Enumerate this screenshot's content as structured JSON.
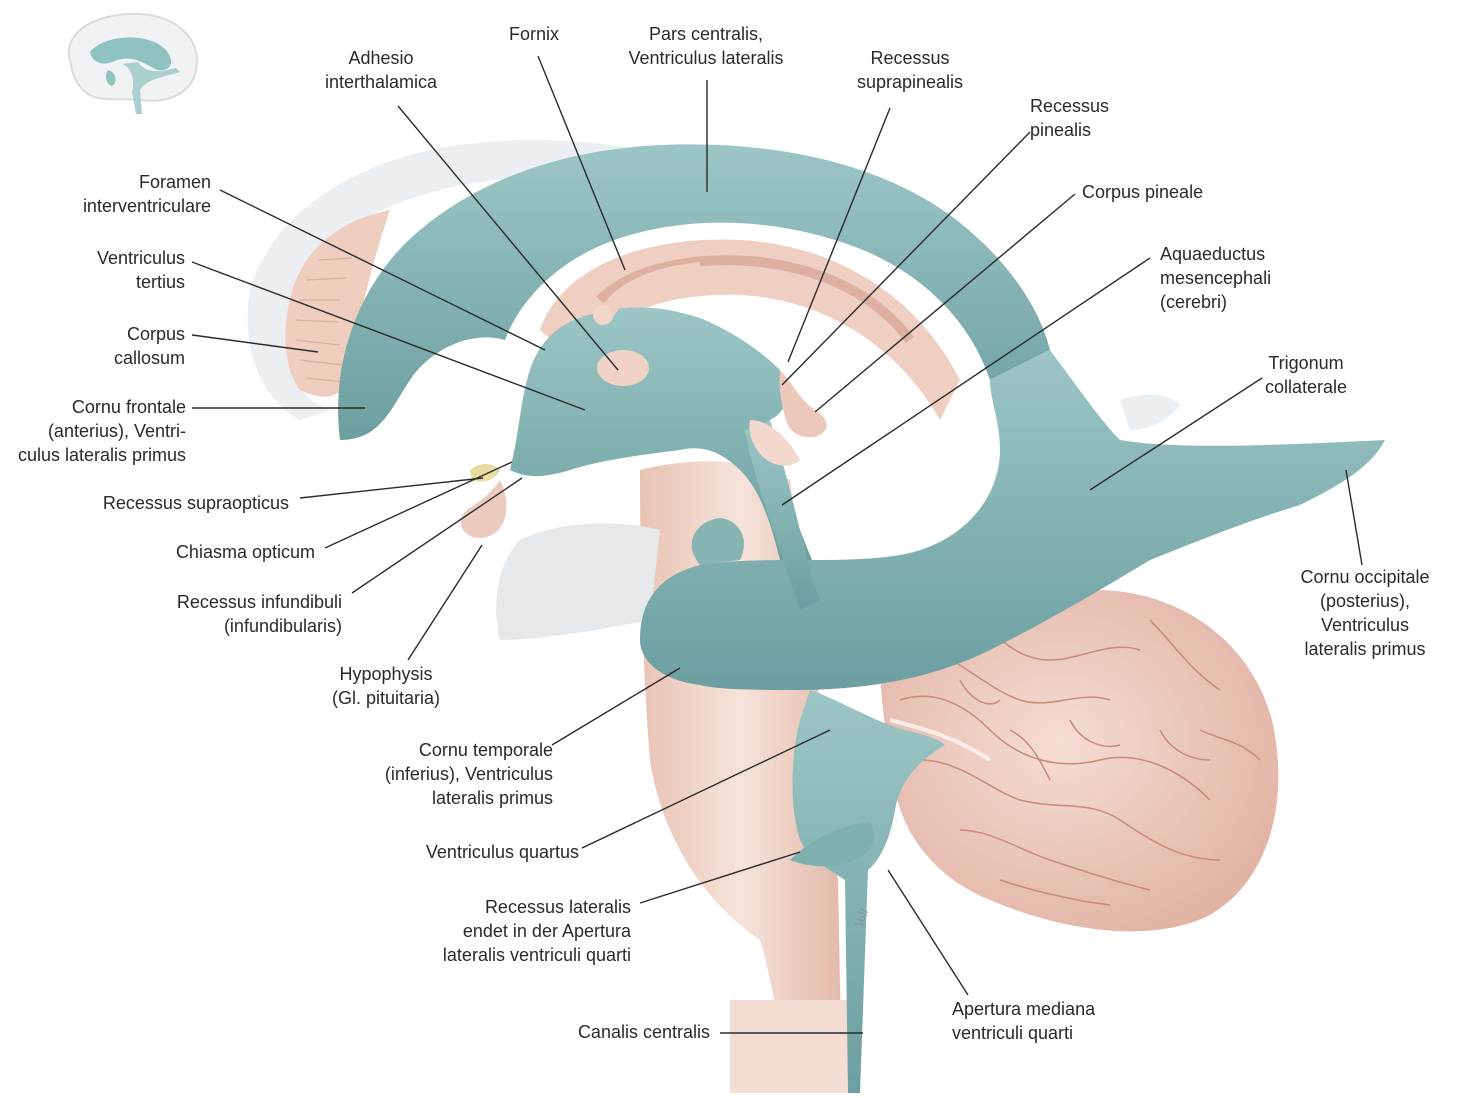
{
  "colors": {
    "ventricle": "#8fbcbc",
    "ventricle_dark": "#5f9394",
    "tissue": "#f3d9cf",
    "tissue_dark": "#d8a99b",
    "ghost": "#e9ecee",
    "cerebellum": "#efcfc4",
    "leader": "#2b2b2b"
  },
  "icons": {
    "orientation": "brain-orientation-icon",
    "signature": "artist-signature"
  },
  "signature_text": "Voll",
  "labels": {
    "fornix": [
      "Fornix"
    ],
    "pars_centralis": [
      "Pars centralis,",
      "Ventriculus lateralis"
    ],
    "adhesio": [
      "Adhesio",
      "interthalamica"
    ],
    "rec_suprapinealis": [
      "Recessus",
      "suprapinealis"
    ],
    "rec_pinealis": [
      "Recessus",
      "pinealis"
    ],
    "corpus_pineale": [
      "Corpus pineale"
    ],
    "aquaeductus": [
      "Aquaeductus",
      "mesencephali",
      "(cerebri)"
    ],
    "trigonum": [
      "Trigonum",
      "collaterale"
    ],
    "cornu_occipitale": [
      "Cornu occipitale",
      "(posterius),",
      "Ventriculus",
      "lateralis primus"
    ],
    "foramen": [
      "Foramen",
      "interventriculare"
    ],
    "ventr_tertius": [
      "Ventriculus",
      "tertius"
    ],
    "corpus_callosum": [
      "Corpus",
      "callosum"
    ],
    "cornu_frontale": [
      "Cornu frontale",
      "(anterius), Ventri-",
      "culus lateralis primus"
    ],
    "rec_supraopticus": [
      "Recessus supraopticus"
    ],
    "chiasma": [
      "Chiasma opticum"
    ],
    "rec_infundibuli": [
      "Recessus infundibuli",
      "(infundibularis)"
    ],
    "hypophysis": [
      "Hypophysis",
      "(Gl. pituitaria)"
    ],
    "cornu_temporale": [
      "Cornu temporale",
      "(inferius), Ventriculus",
      "lateralis primus"
    ],
    "ventr_quartus": [
      "Ventriculus quartus"
    ],
    "rec_lateralis": [
      "Recessus lateralis",
      "endet in der Apertura",
      "lateralis ventriculi quarti"
    ],
    "canalis": [
      "Canalis centralis"
    ],
    "apertura_mediana": [
      "Apertura mediana",
      "ventriculi quarti"
    ]
  }
}
